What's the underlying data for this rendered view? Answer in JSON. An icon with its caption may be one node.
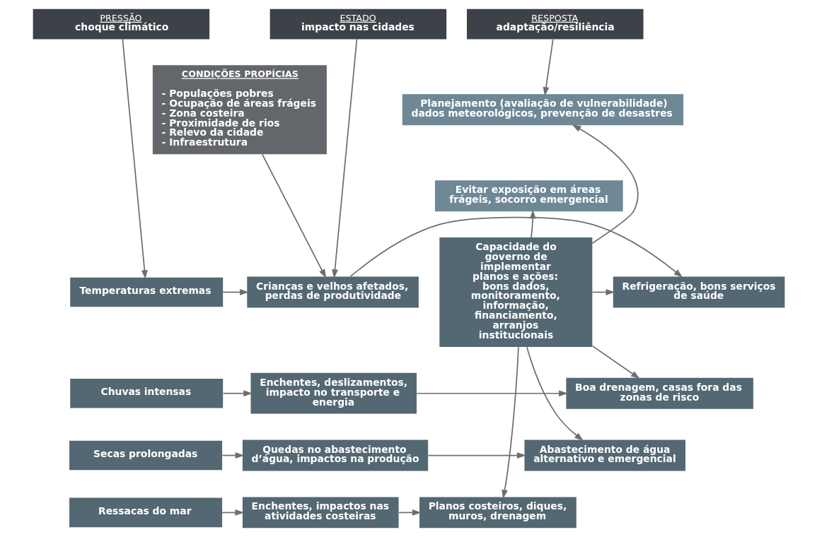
{
  "diagram": {
    "nodes": [
      {
        "text": [
          "PRESSÃO",
          "choque climático"
        ]
      },
      {
        "text": [
          "ESTADO",
          "impacto nas cidades"
        ]
      },
      {
        "text": [
          "RESPOSTA",
          "adaptação/resiliência"
        ]
      },
      {
        "text": [
          "CONDIÇÕES PROPÍCIAS",
          "- Populações pobres",
          "- Ocupação de áreas frágeis",
          "- Zona costeira",
          "- Proximidade de rios",
          "- Relevo da cidade",
          "- Infraestrutura"
        ]
      },
      {
        "text": [
          "Planejamento (avaliação de vulnerabilidade) dados meteorológicos, prevenção de desastres"
        ]
      },
      {
        "text": [
          "Evitar exposição em áreas frágeis, socorro emergencial"
        ]
      },
      {
        "text": [
          "Temperaturas extremas"
        ]
      },
      {
        "text": [
          "Crianças e velhos afetados, perdas de produtividade"
        ]
      },
      {
        "text": [
          "Refrigeração, bons serviços de saúde"
        ]
      },
      {
        "text": [
          "Chuvas intensas"
        ]
      },
      {
        "text": [
          "Enchentes, deslizamentos, impacto no transporte e energia"
        ]
      },
      {
        "text": [
          "Boa drenagem, casas fora das zonas de risco"
        ]
      },
      {
        "text": [
          "Secas prolongadas"
        ]
      },
      {
        "text": [
          "Quedas no abastecimento d’água, impactos na produção"
        ]
      },
      {
        "text": [
          "Abastecimento de água alternativo e emergencial"
        ]
      },
      {
        "text": [
          "Ressacas do mar"
        ]
      },
      {
        "text": [
          "Enchentes, impactos nas atividades costeiras"
        ]
      },
      {
        "text": [
          "Planos costeiros, diques, muros, drenagem"
        ]
      },
      {
        "text": [
          "Capacidade do governo de implementar planos e ações: bons dados, monitoramento, informação, financiamento, arranjos institucionais"
        ]
      }
    ],
    "edges": [
      {
        "from": 0,
        "to": 6,
        "arrow": "to"
      },
      {
        "from": 3,
        "to": 7,
        "arrow": "to"
      },
      {
        "from": 1,
        "to": 7,
        "arrow": "to"
      },
      {
        "from": 2,
        "to": 4,
        "arrow": "to"
      },
      {
        "from": 6,
        "to": 7,
        "arrow": "to"
      },
      {
        "from": 7,
        "to": 8,
        "arrow": "to"
      },
      {
        "from": 9,
        "to": 10,
        "arrow": "to"
      },
      {
        "from": 10,
        "to": 11,
        "arrow": "to"
      },
      {
        "from": 12,
        "to": 13,
        "arrow": "to"
      },
      {
        "from": 13,
        "to": 14,
        "arrow": "to"
      },
      {
        "from": 15,
        "to": 16,
        "arrow": "to"
      },
      {
        "from": 16,
        "to": 17,
        "arrow": "to"
      },
      {
        "from": 18,
        "to": 8,
        "arrow": "to"
      },
      {
        "from": 18,
        "to": 11,
        "arrow": "to"
      },
      {
        "from": 18,
        "to": 14,
        "arrow": "to"
      },
      {
        "from": 18,
        "to": 17,
        "arrow": "to"
      },
      {
        "from": 18,
        "to": 5,
        "arrow": "to"
      },
      {
        "from": 18,
        "to": 4,
        "arrow": "to"
      }
    ]
  }
}
